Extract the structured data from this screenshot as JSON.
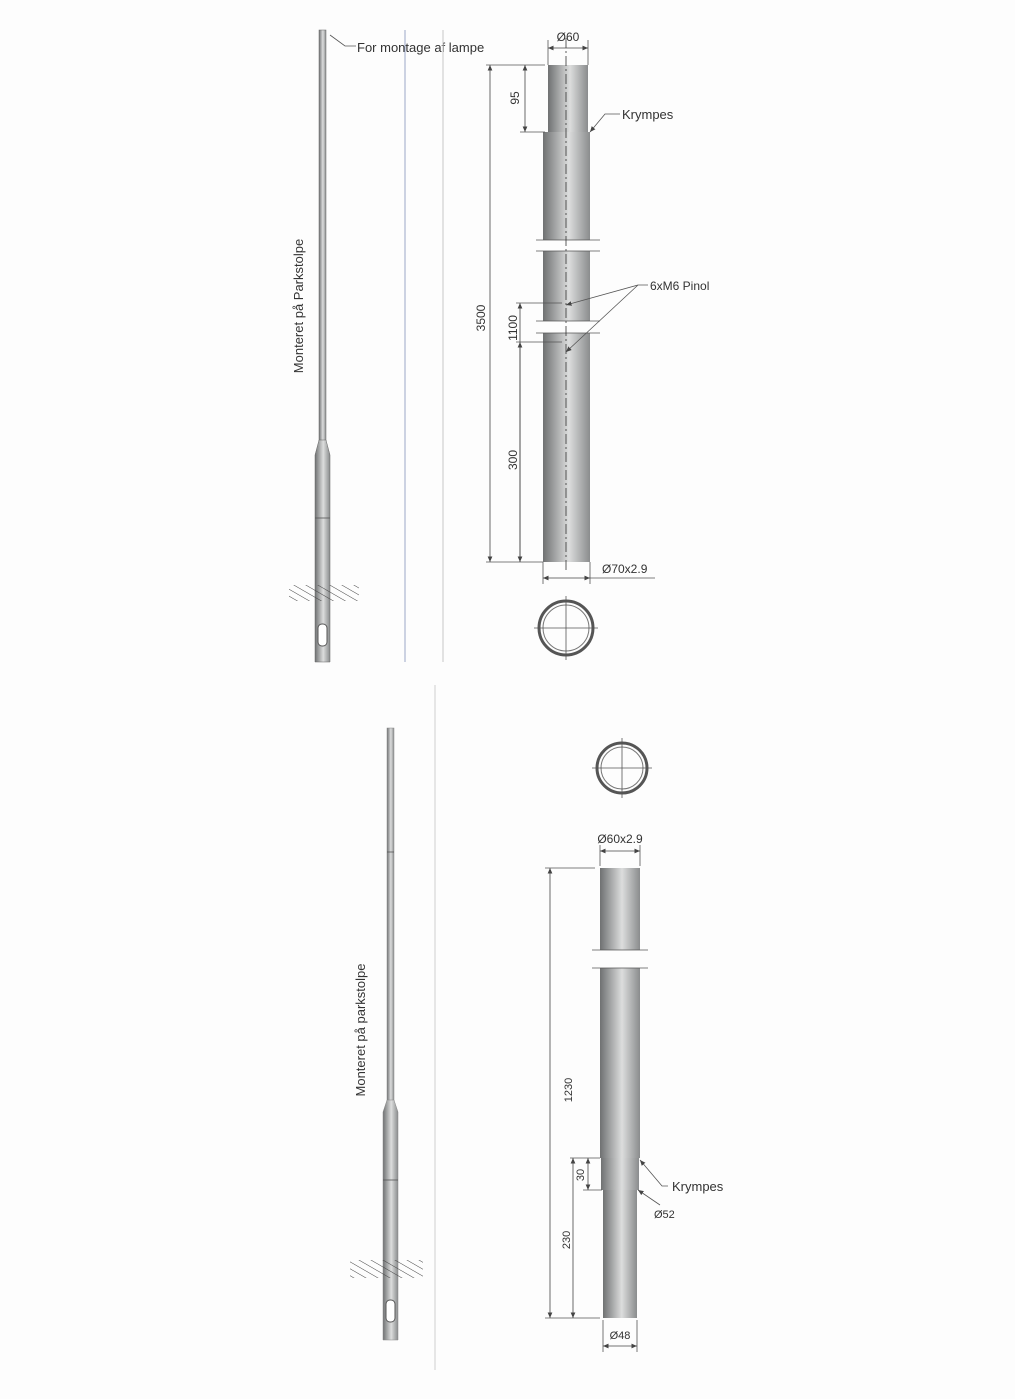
{
  "top_drawing": {
    "vertical_label": "Monteret på Parkstolpe",
    "lamp_note": "For montage af lampe",
    "dim_diameter_top": "Ø60",
    "dim_total_length": "3500",
    "dim_shrink_length": "95",
    "dim_pin_height": "1100",
    "dim_lower": "300",
    "shrink_label": "Krympes",
    "pin_label": "6xM6 Pinol",
    "dim_diameter_bottom": "Ø70x2.9"
  },
  "bottom_drawing": {
    "vertical_label": "Monteret på parkstolpe",
    "dim_diameter_top": "Ø60x2.9",
    "dim_total_length": "1230",
    "dim_shrink_length": "30",
    "dim_lower": "230",
    "shrink_label": "Krympes",
    "dim_diameter_mid": "Ø52",
    "dim_diameter_bottom": "Ø48"
  },
  "colors": {
    "pipe_dark": "#7d7f80",
    "pipe_light": "#d9dadb",
    "line": "#444444",
    "guide_blue": "#9aa6c8"
  }
}
